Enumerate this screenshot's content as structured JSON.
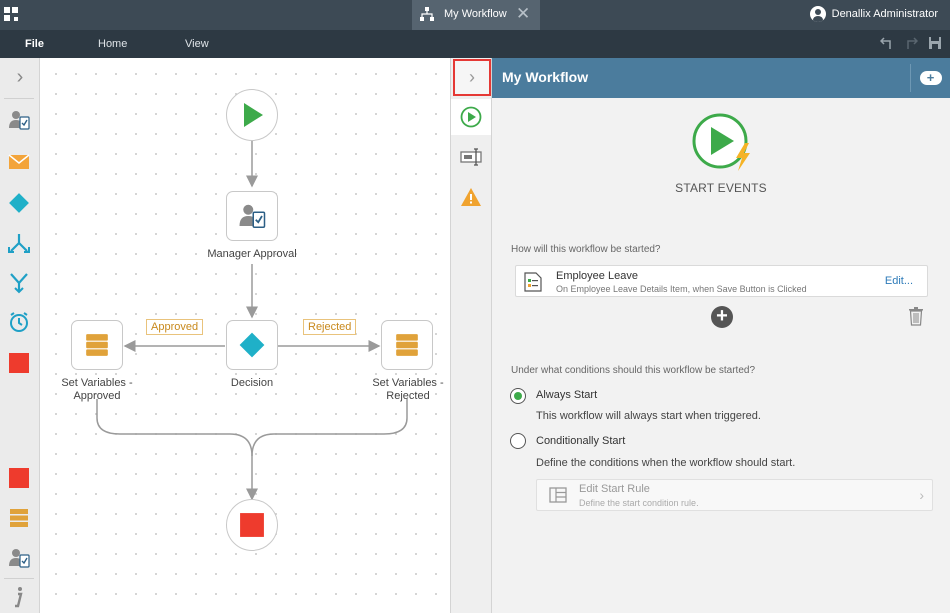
{
  "topbar": {
    "tab_label": "My Workflow",
    "tab_close": "✕",
    "user_name": "Denallix Administrator"
  },
  "menubar": {
    "file": "File",
    "home": "Home",
    "view": "View"
  },
  "palette": {
    "expand_glyph": "›",
    "items": [
      "user-task-icon",
      "email-icon",
      "decision-icon",
      "split-icon",
      "merge-icon",
      "timer-icon",
      "end-icon",
      "end-icon",
      "set-variables-icon",
      "user-task-icon",
      "info-icon"
    ]
  },
  "canvas": {
    "nodes": {
      "manager_approval": "Manager Approval",
      "decision": "Decision",
      "set_vars_approved": "Set Variables -\nApproved",
      "set_vars_rejected": "Set Variables -\nRejected"
    },
    "branches": {
      "approved": "Approved",
      "rejected": "Rejected"
    }
  },
  "tabstrip": {
    "collapse_glyph": "›"
  },
  "panel": {
    "title": "My Workflow",
    "add_glyph": "+",
    "start_events_label": "START EVENTS",
    "q_started": "How will this workflow be started?",
    "event": {
      "title": "Employee Leave",
      "subtitle": "On Employee Leave Details Item, when Save Button is Clicked",
      "edit": "Edit..."
    },
    "add_event_glyph": "+",
    "q_conditions": "Under what conditions should this workflow be started?",
    "always_start": {
      "label": "Always Start",
      "desc": "This workflow will always start when triggered."
    },
    "conditionally_start": {
      "label": "Conditionally Start",
      "desc": "Define the conditions when the workflow should start."
    },
    "rule": {
      "title": "Edit Start Rule",
      "subtitle": "Define the start condition rule.",
      "arrow": "›"
    }
  },
  "colors": {
    "start_green": "#3daa4a",
    "decision_teal": "#1fb0c8",
    "end_red": "#ee3b2d",
    "variables_orange": "#e0a23a",
    "header_blue": "#4b7c9d",
    "highlight_red": "#e53935"
  }
}
